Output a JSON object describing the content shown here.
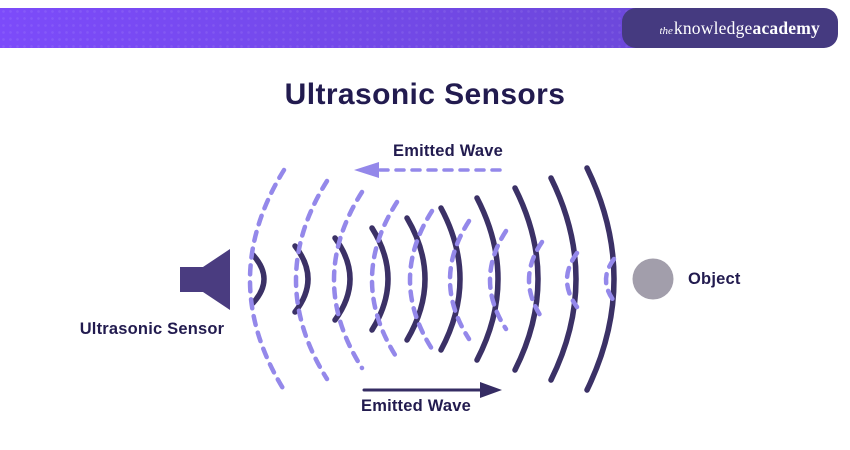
{
  "header": {
    "logo": {
      "the": "the",
      "knowledge": "knowledge",
      "academy": "academy"
    },
    "bar_color_left": "#7c4bfa",
    "bar_color_right": "#6a47d6",
    "logo_box_color": "#453a80"
  },
  "title": "Ultrasonic Sensors",
  "diagram": {
    "labels": {
      "emitted_wave_top": "Emitted Wave",
      "emitted_wave_bottom": "Emitted Wave",
      "sensor": "Ultrasonic Sensor",
      "object": "Object"
    },
    "colors": {
      "solid_wave": "#3b3166",
      "dashed_wave": "#9488ea",
      "sensor_shape": "#4a3c80",
      "object_circle": "#a29eab",
      "arrow_solid": "#352c63",
      "text": "#221b4f"
    }
  }
}
